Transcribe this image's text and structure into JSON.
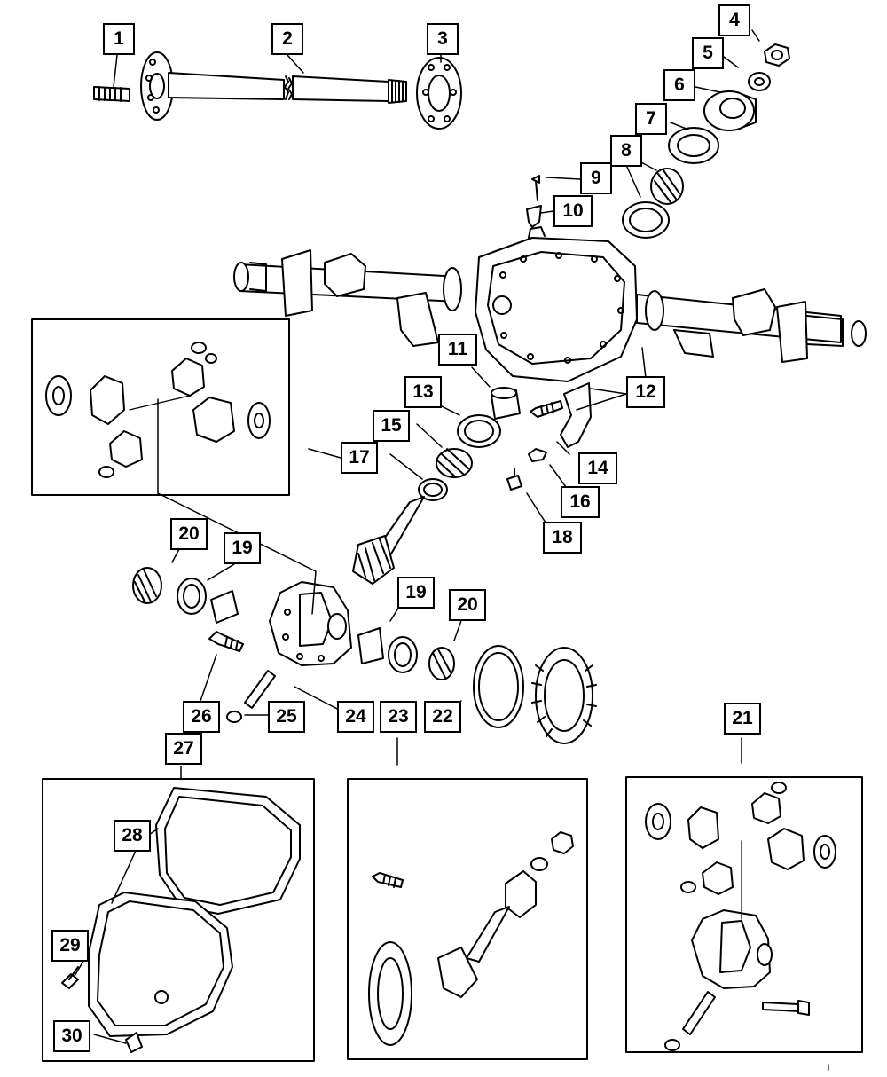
{
  "callouts": [
    {
      "id": "c1",
      "label": "1"
    },
    {
      "id": "c2",
      "label": "2"
    },
    {
      "id": "c3",
      "label": "3"
    },
    {
      "id": "c4",
      "label": "4"
    },
    {
      "id": "c5",
      "label": "5"
    },
    {
      "id": "c6",
      "label": "6"
    },
    {
      "id": "c7",
      "label": "7"
    },
    {
      "id": "c8",
      "label": "8"
    },
    {
      "id": "c9",
      "label": "9"
    },
    {
      "id": "c10",
      "label": "10"
    },
    {
      "id": "c11",
      "label": "11"
    },
    {
      "id": "c12",
      "label": "12"
    },
    {
      "id": "c13",
      "label": "13"
    },
    {
      "id": "c14",
      "label": "14"
    },
    {
      "id": "c15",
      "label": "15"
    },
    {
      "id": "c16",
      "label": "16"
    },
    {
      "id": "c17",
      "label": "17"
    },
    {
      "id": "c18",
      "label": "18"
    },
    {
      "id": "c19a",
      "label": "19"
    },
    {
      "id": "c19b",
      "label": "19"
    },
    {
      "id": "c20a",
      "label": "20"
    },
    {
      "id": "c20b",
      "label": "20"
    },
    {
      "id": "c21",
      "label": "21"
    },
    {
      "id": "c22",
      "label": "22"
    },
    {
      "id": "c23",
      "label": "23"
    },
    {
      "id": "c24",
      "label": "24"
    },
    {
      "id": "c25",
      "label": "25"
    },
    {
      "id": "c26",
      "label": "26"
    },
    {
      "id": "c27",
      "label": "27"
    },
    {
      "id": "c28",
      "label": "28"
    },
    {
      "id": "c29",
      "label": "29"
    },
    {
      "id": "c30",
      "label": "30"
    }
  ]
}
